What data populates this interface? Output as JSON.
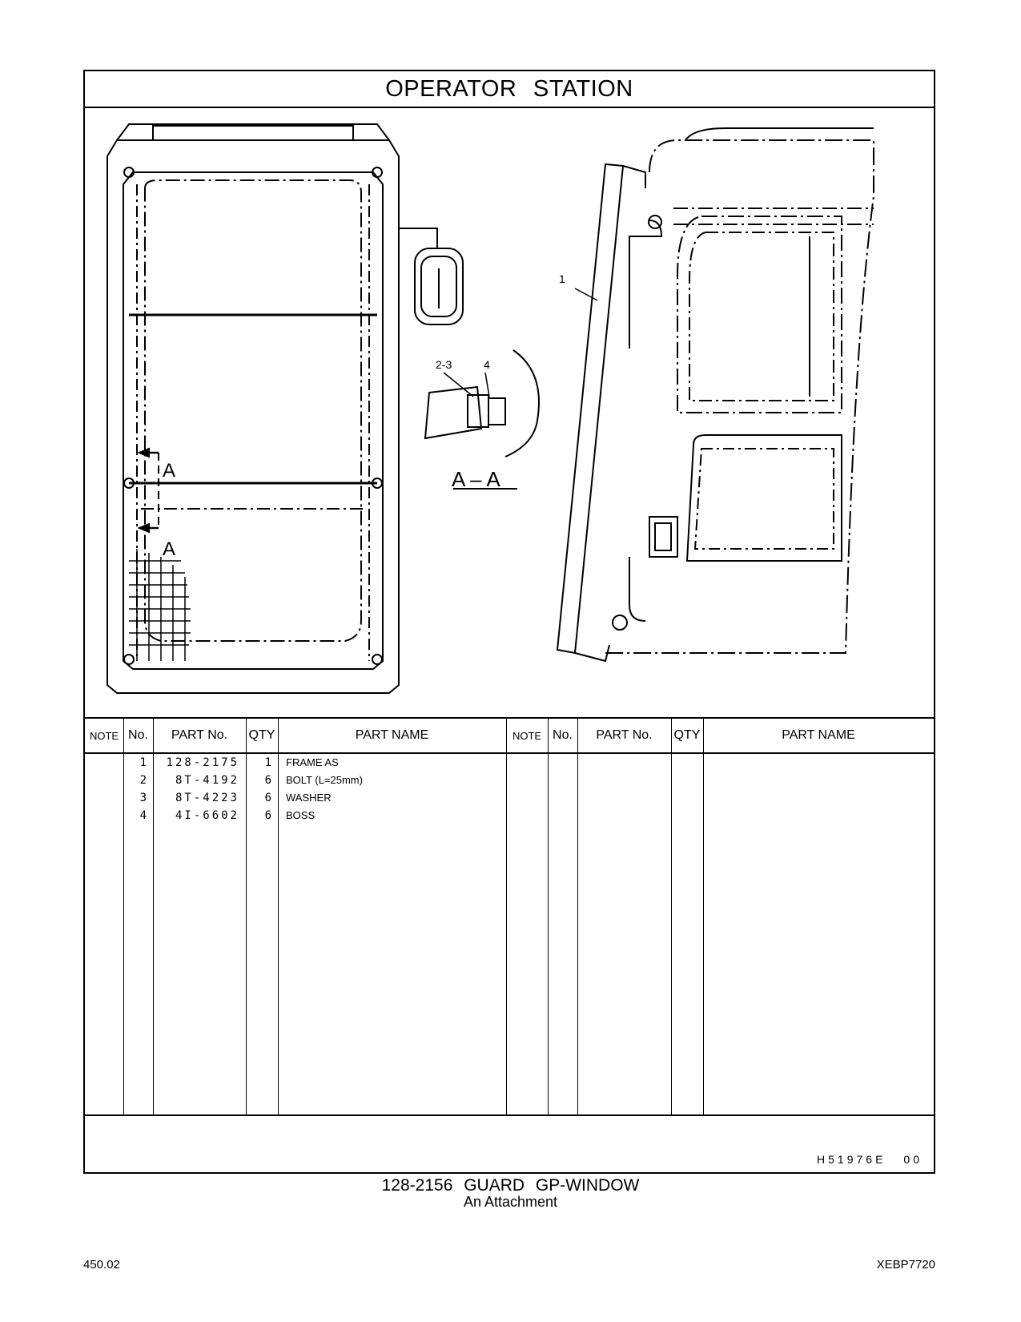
{
  "header": {
    "title": "OPERATOR STATION"
  },
  "drawing": {
    "callouts": {
      "item_1": "1",
      "item_2_3": "2-3",
      "item_4": "4",
      "section_a_top": "A",
      "section_a_bottom": "A",
      "section_label": "A – A"
    }
  },
  "table": {
    "headers": {
      "note": "NOTE",
      "no": "No.",
      "part_no": "PART No.",
      "qty": "QTY",
      "part_name": "PART NAME",
      "note_r": "NOTE",
      "no_r": "No.",
      "part_no_r": "PART No.",
      "qty_r": "QTY",
      "part_name_r": "PART NAME"
    },
    "rows": [
      {
        "no": "1",
        "part_no": "128-2175",
        "qty": "1",
        "name": "FRAME AS"
      },
      {
        "no": "2",
        "part_no": "8T-4192",
        "qty": "6",
        "name": "BOLT (L=25mm)"
      },
      {
        "no": "3",
        "part_no": "8T-4223",
        "qty": "6",
        "name": "WASHER"
      },
      {
        "no": "4",
        "part_no": "4I-6602",
        "qty": "6",
        "name": "BOSS"
      }
    ]
  },
  "footer": {
    "ref_code": "H51976E",
    "ref_suffix": "00",
    "assembly_title": "128-2156  GUARD  GP-WINDOW",
    "assembly_subtitle": "An Attachment",
    "page_number": "450.02",
    "doc_number": "XEBP7720"
  }
}
